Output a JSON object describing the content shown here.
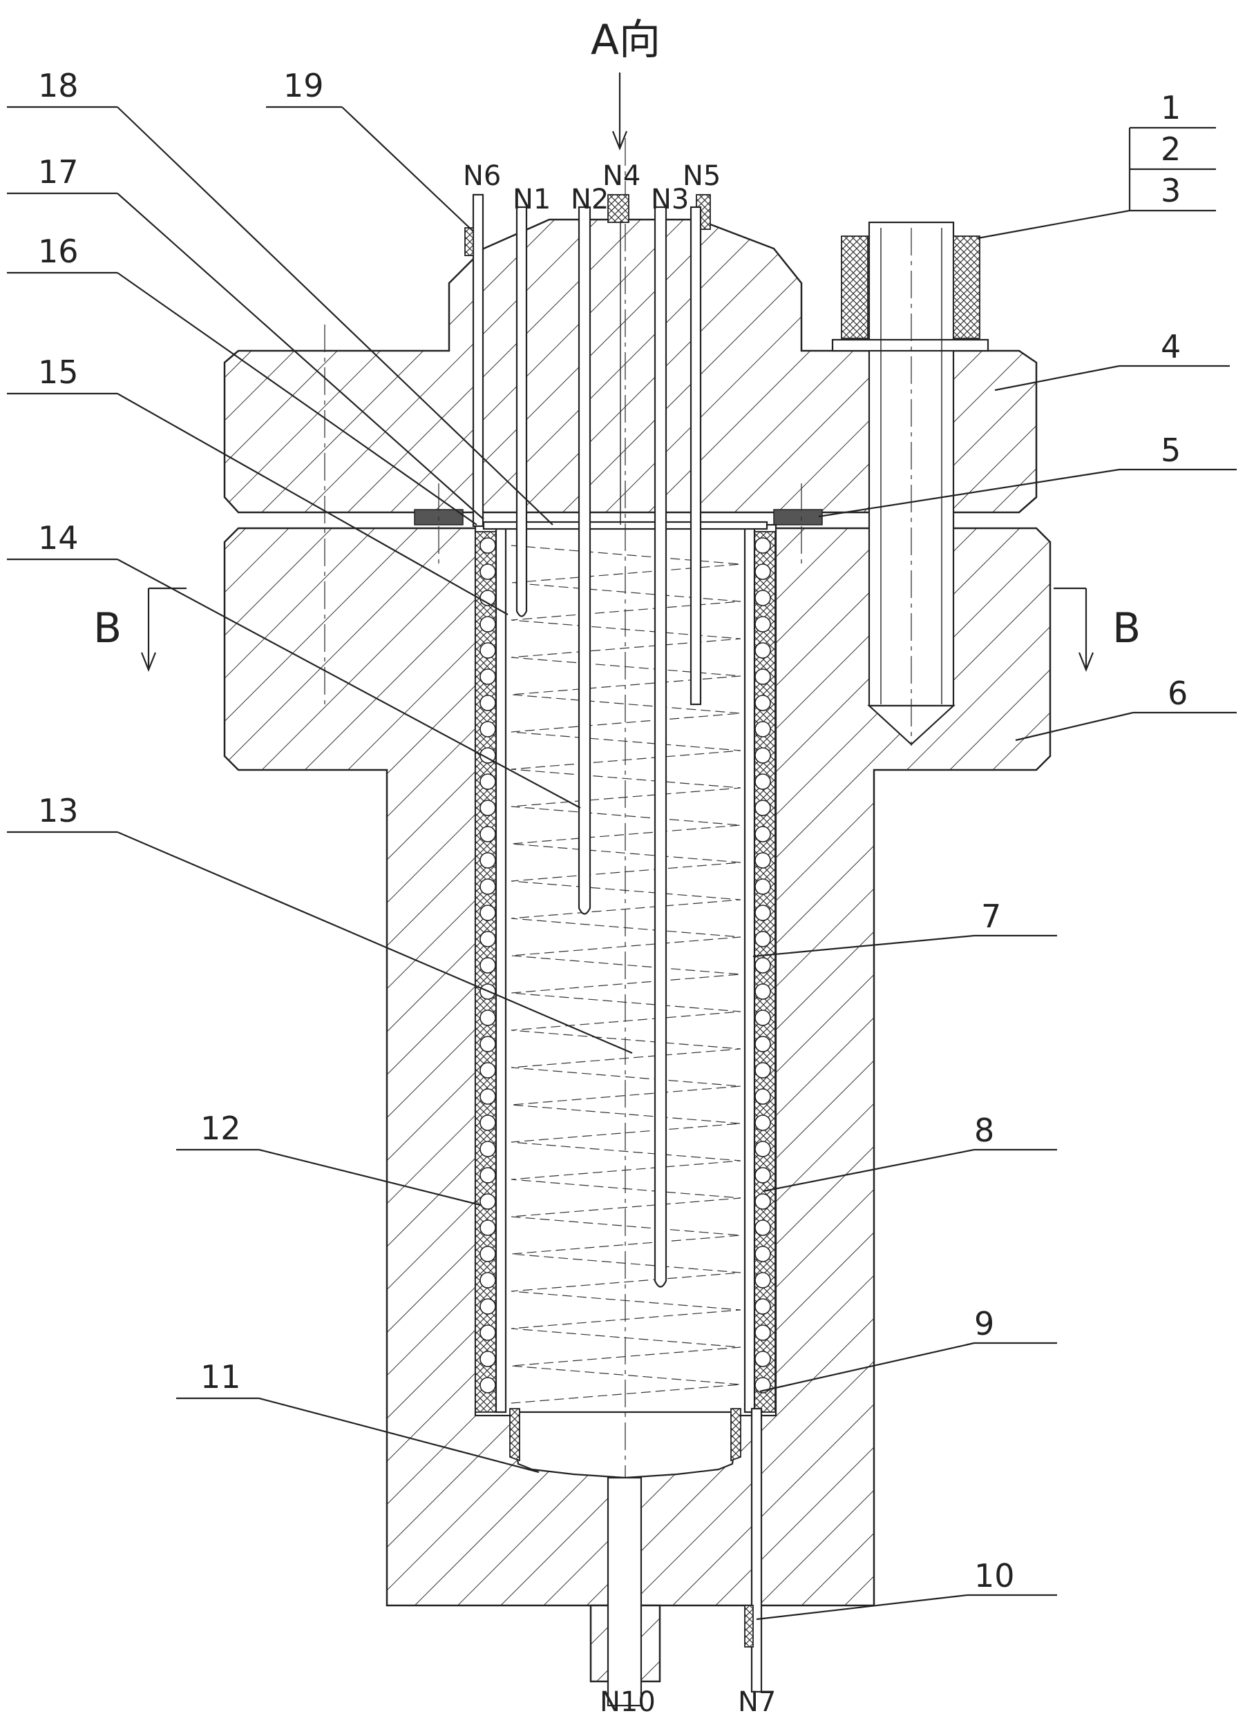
{
  "view_labels": {
    "a_view": "A向",
    "b_left": "B",
    "b_right": "B"
  },
  "nozzles": {
    "n1": "N1",
    "n2": "N2",
    "n3": "N3",
    "n4": "N4",
    "n5": "N5",
    "n6": "N6",
    "n7": "N7",
    "n10": "N10"
  },
  "part_numbers": {
    "p1": "1",
    "p2": "2",
    "p3": "3",
    "p4": "4",
    "p5": "5",
    "p6": "6",
    "p7": "7",
    "p8": "8",
    "p9": "9",
    "p10": "10",
    "p11": "11",
    "p12": "12",
    "p13": "13",
    "p14": "14",
    "p15": "15",
    "p16": "16",
    "p17": "17",
    "p18": "18",
    "p19": "19"
  }
}
